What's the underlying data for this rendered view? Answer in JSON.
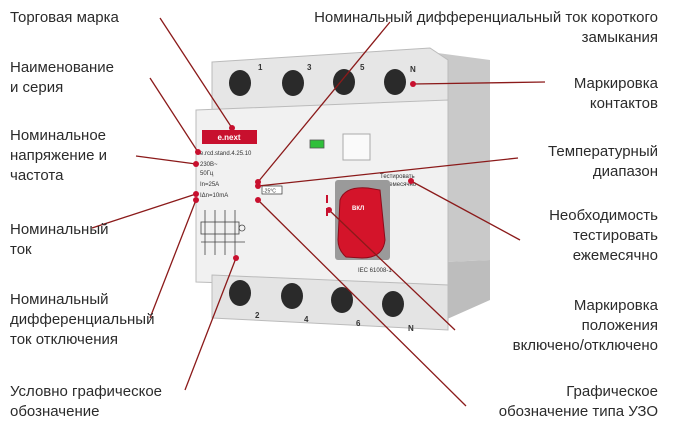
{
  "labels": {
    "trademark": [
      "Торговая марка"
    ],
    "name_series": [
      "Наименование",
      "и серия"
    ],
    "rated_voltage": [
      "Номинальное",
      "напряжение и",
      "частота"
    ],
    "rated_current": [
      "Номинальный",
      "ток"
    ],
    "rated_diff_trip": [
      "Номинальный",
      "дифференциальный",
      "ток отключения"
    ],
    "graphic_symbol": [
      "Условно графическое",
      "обозначение"
    ],
    "short_circuit": [
      "Номинальный дифференциальный ток короткого",
      "замыкания"
    ],
    "contact_marking": [
      "Маркировка",
      "контактов"
    ],
    "temperature": [
      "Температурный",
      "диапазон"
    ],
    "test_monthly": [
      "Необходимость",
      "тестировать",
      "ежемесячно"
    ],
    "position_marking": [
      "Маркировка",
      "положения",
      "включено/отключено"
    ],
    "rcd_type": [
      "Графическое",
      "обозначение типа УЗО"
    ]
  },
  "device": {
    "brand": "e.next",
    "model": "e.rcd.stand.4.25.10",
    "voltage": "230В~",
    "frequency": "50Гц",
    "current": "In=25A",
    "diff_current": "IΔn=10mA",
    "temp_range": "-25°C",
    "test_label_1": "Тестировать",
    "test_label_2": "ежемесячно",
    "switch_label": "ВКЛ",
    "standard": "IEC 61008-1",
    "top_terminals": [
      "1",
      "3",
      "5",
      "N"
    ],
    "bottom_terminals": [
      "2",
      "4",
      "6",
      "N"
    ]
  },
  "colors": {
    "brand_red": "#c8102e",
    "pointer": "#8b1a1a",
    "indicator_green": "#2fbf3a"
  }
}
